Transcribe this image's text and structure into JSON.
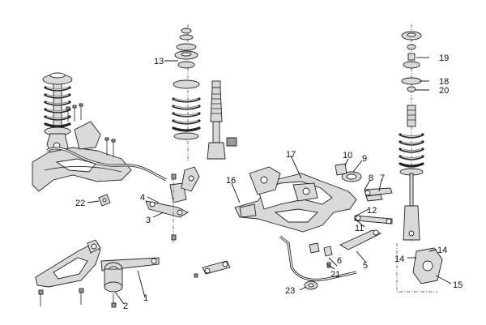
{
  "callouts": [
    "1",
    "2",
    "3",
    "4",
    "5",
    "6",
    "7",
    "8",
    "9",
    "10",
    "11",
    "12",
    "13",
    "14",
    "14",
    "15",
    "16",
    "17",
    "18",
    "19",
    "20",
    "21",
    "22",
    "23"
  ]
}
